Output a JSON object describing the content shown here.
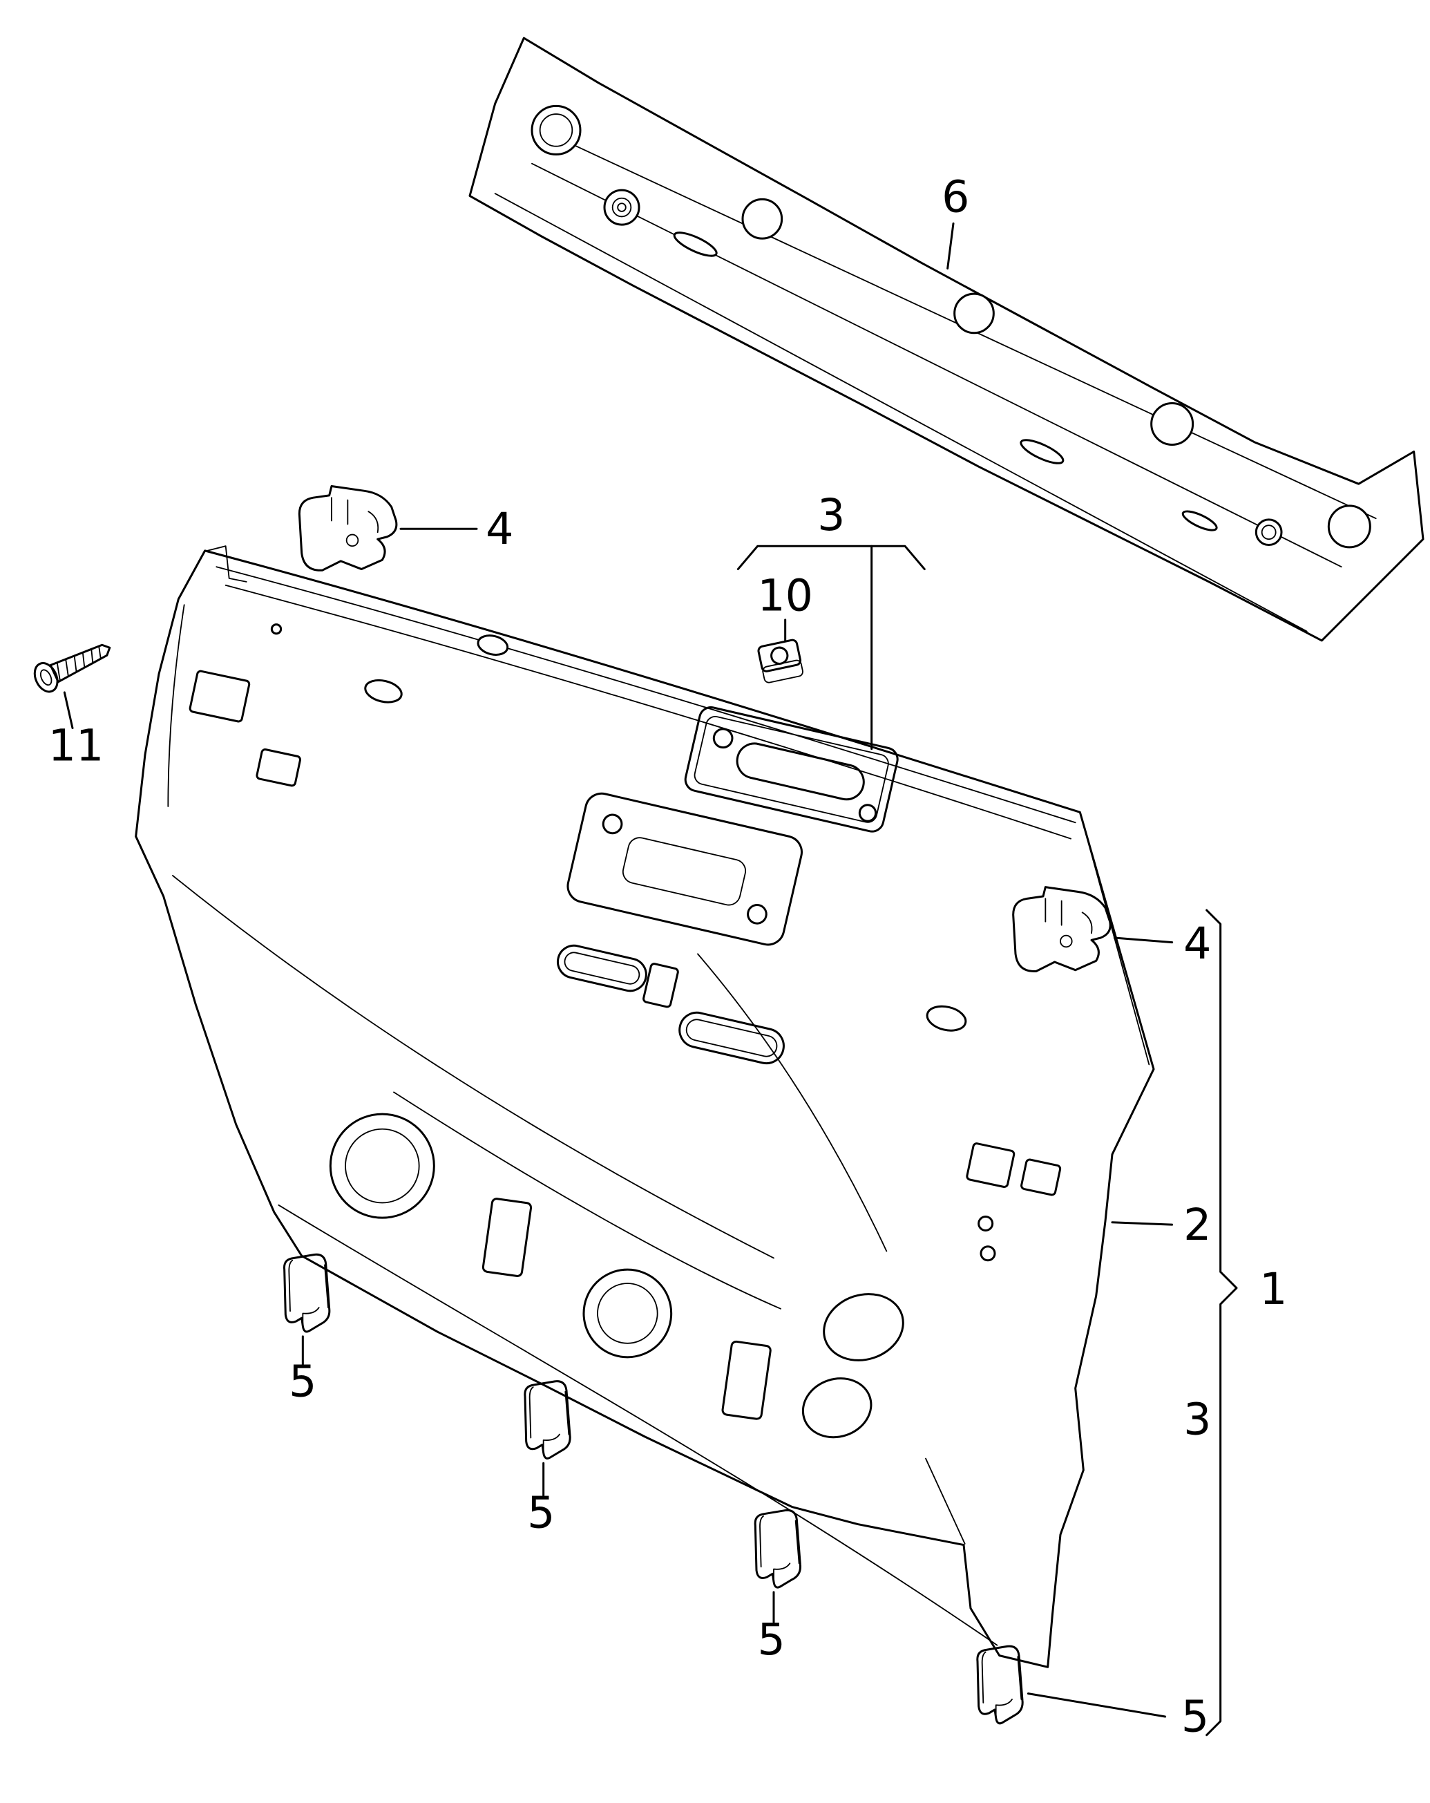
{
  "colors": {
    "line": "#000000",
    "background": "#ffffff"
  },
  "callouts": {
    "part6": "6",
    "part4_left": "4",
    "group3": "3",
    "part10": "10",
    "part11": "11",
    "part4_right": "4",
    "part2": "2",
    "part1": "1",
    "group3_right": "3",
    "part5_a": "5",
    "part5_b": "5",
    "part5_c": "5",
    "part5_d": "5"
  }
}
